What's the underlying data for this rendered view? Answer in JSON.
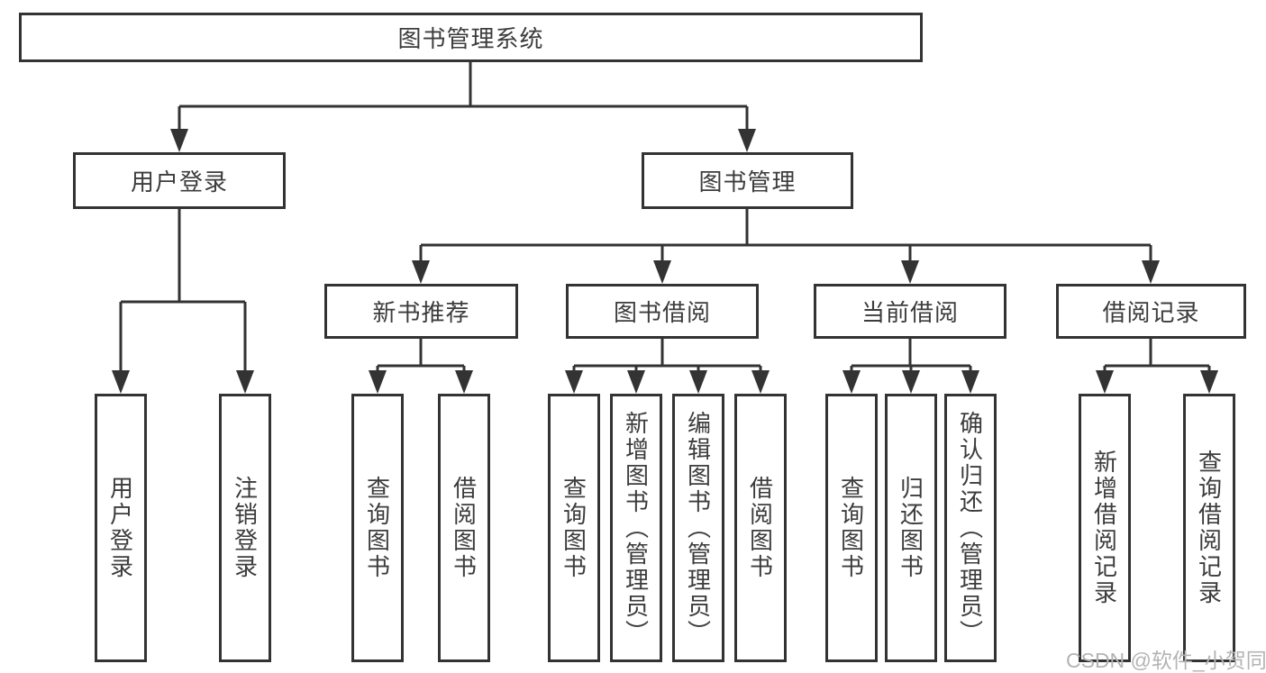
{
  "diagram": {
    "root": {
      "label": "图书管理系统"
    },
    "level2": [
      {
        "label": "用户登录"
      },
      {
        "label": "图书管理"
      }
    ],
    "level3": [
      {
        "label": "新书推荐"
      },
      {
        "label": "图书借阅"
      },
      {
        "label": "当前借阅"
      },
      {
        "label": "借阅记录"
      }
    ],
    "leaves": [
      {
        "label": "用户登录"
      },
      {
        "label": "注销登录"
      },
      {
        "label": "查询图书"
      },
      {
        "label": "借阅图书"
      },
      {
        "label": "查询图书"
      },
      {
        "label": "新增图书（管理员）"
      },
      {
        "label": "编辑图书（管理员）"
      },
      {
        "label": "借阅图书"
      },
      {
        "label": "查询图书"
      },
      {
        "label": "归还图书"
      },
      {
        "label": "确认归还（管理员）"
      },
      {
        "label": "新增借阅记录"
      },
      {
        "label": "查询借阅记录"
      }
    ]
  },
  "watermark": {
    "text": "CSDN @软件_小贺同学"
  },
  "colors": {
    "line": "#333333",
    "text": "#3c3c3c",
    "watermark": "#b4b4b4",
    "background": "#ffffff"
  }
}
